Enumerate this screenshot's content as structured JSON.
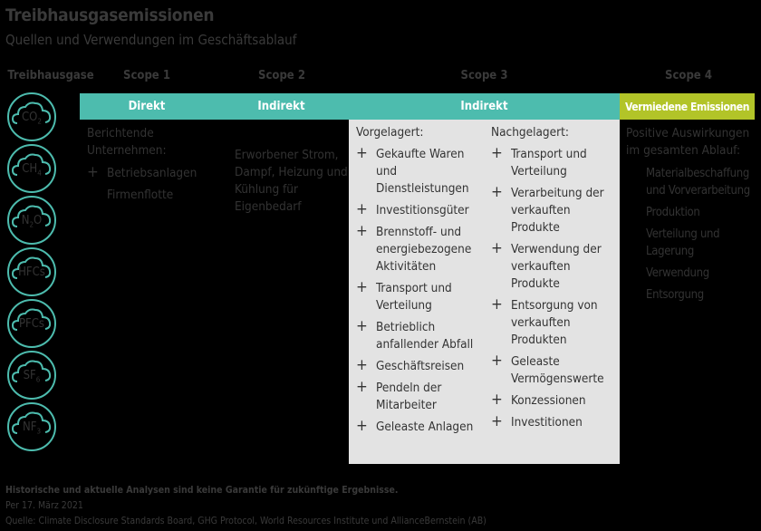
{
  "header": {
    "title": "Treibhausgasemissionen",
    "subtitle": "Quellen und Verwendungen im Geschäftsablauf"
  },
  "columns": {
    "gases": "Treibhausgase",
    "scope1": "Scope 1",
    "scope2": "Scope 2",
    "scope3": "Scope 3",
    "scope4": "Scope 4"
  },
  "bands": {
    "scope1": "Direkt",
    "scope2": "Indirekt",
    "scope3": "Indirekt",
    "scope4": "Vermiedene Emissionen"
  },
  "colors": {
    "teal": "#4dbcae",
    "lime": "#b2c428",
    "scope3_bg": "#e3e3e3"
  },
  "gases": [
    {
      "base": "CO",
      "sub": "2"
    },
    {
      "base": "CH",
      "sub": "4"
    },
    {
      "base": "N",
      "sub": "2",
      "tail": "O"
    },
    {
      "base": "HFCs",
      "sub": ""
    },
    {
      "base": "PFCs",
      "sub": ""
    },
    {
      "base": "SF",
      "sub": "6"
    },
    {
      "base": "NF",
      "sub": "3"
    }
  ],
  "scope1": {
    "intro": "Berichtende Unternehmen:",
    "items": [
      "Betriebsanlagen",
      "Firmenflotte"
    ]
  },
  "scope2": {
    "text": "Erworbener Strom, Dampf, Heizung und Kühlung für Eigenbedarf"
  },
  "scope3": {
    "upstream": {
      "label": "Vorgelagert:",
      "items": [
        "Gekaufte Waren und Dienstleistungen",
        "Investitionsgüter",
        "Brennstoff- und energiebezogene Aktivitäten",
        "Transport und Verteilung",
        "Betrieblich anfallender Abfall",
        "Geschäftsreisen",
        "Pendeln der Mitarbeiter",
        "Geleaste Anlagen"
      ]
    },
    "downstream": {
      "label": "Nachgelagert:",
      "items": [
        "Transport und Verteilung",
        "Verarbeitung der verkauften Produkte",
        "Verwendung der verkauften Produkte",
        "Entsorgung von verkauften Produkten",
        "Geleaste Vermögenswerte",
        "Konzessionen",
        "Investitionen"
      ]
    }
  },
  "scope4": {
    "intro": "Positive Auswirkungen im gesamten Ablauf:",
    "items": [
      "Materialbeschaffung und Vorverarbeitung",
      "Produktion",
      "Verteilung und Lagerung",
      "Verwendung",
      "Entsorgung"
    ]
  },
  "footer": {
    "disclaimer": "Historische und aktuelle Analysen sind keine Garantie für zukünftige Ergebnisse.",
    "date": "Per 17. März 2021",
    "source": "Quelle: Climate Disclosure Standards Board, GHG Protocol, World Resources Institute und AllianceBernstein (AB)"
  }
}
